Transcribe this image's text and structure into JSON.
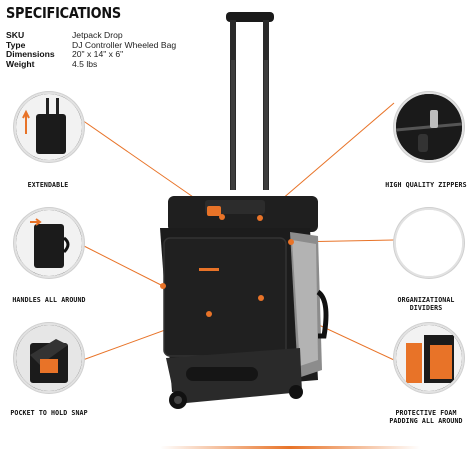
{
  "heading": "SPECIFICATIONS",
  "specs": [
    {
      "key": "SKU",
      "value": "Jetpack Drop"
    },
    {
      "key": "Type",
      "value": "DJ Controller Wheeled Bag"
    },
    {
      "key": "Dimensions",
      "value": "20\" x 14\" x 6\""
    },
    {
      "key": "Weight",
      "value": "4.5 lbs"
    }
  ],
  "features": {
    "extendable": "EXTENDABLE",
    "handles": "HANDLES ALL AROUND",
    "pocket": "POCKET TO HOLD SNAP",
    "zippers": "HIGH QUALITY ZIPPERS",
    "dividers": "ORGANIZATIONAL DIVIDERS",
    "foam": "PROTECTIVE FOAM PADDING ALL AROUND"
  },
  "colors": {
    "accent": "#e87328",
    "bag": "#1c1c1c"
  }
}
